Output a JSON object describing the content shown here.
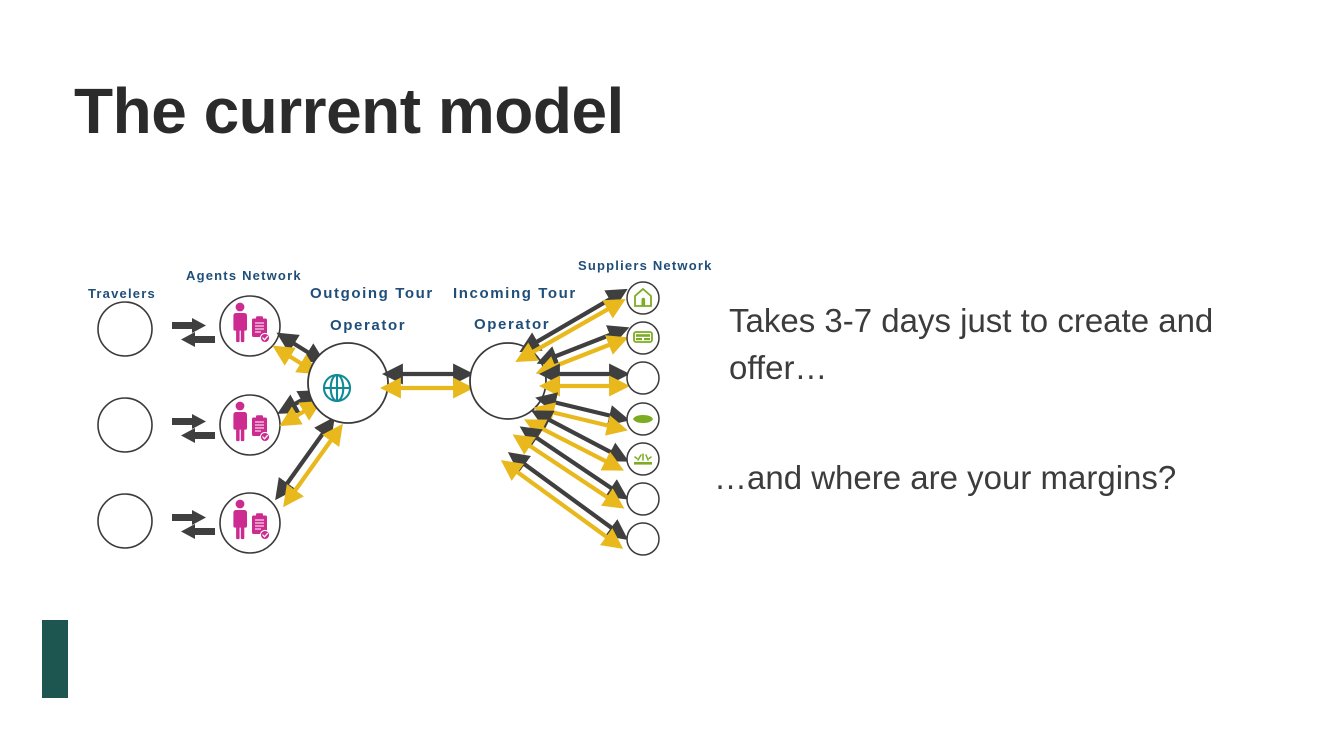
{
  "slide": {
    "title": "The current model",
    "background": "#ffffff",
    "title_color": "#2b2b2b",
    "accent_bar_color": "#1d5551"
  },
  "callouts": [
    {
      "id": "delay",
      "text": "Takes 3-7 days just to create and offer…"
    },
    {
      "id": "margins",
      "text": "…and where are your margins?"
    }
  ],
  "diagram": {
    "label_color": "#1f4e79",
    "labels": {
      "travelers": "Travelers",
      "agents_network": "Agents Network",
      "outgoing_line1": "Outgoing Tour",
      "outgoing_line2": "Operator",
      "incoming_line1": "Incoming Tour",
      "incoming_line2": "Operator",
      "suppliers_network": "Suppliers Network"
    },
    "colors": {
      "node_stroke": "#3a3a3a",
      "arrow_dark": "#3f3f3f",
      "arrow_gold": "#e8b81c",
      "agent_icon": "#cc2b8f",
      "globe_icon": "#0f8a96",
      "supplier_icon": "#7cac22"
    },
    "travelers": [
      {
        "name": "traveler-1",
        "icon": ""
      },
      {
        "name": "traveler-2",
        "icon": ""
      },
      {
        "name": "traveler-3",
        "icon": ""
      }
    ],
    "agents": [
      {
        "name": "agent-1",
        "icon": "agent-person-clipboard-icon"
      },
      {
        "name": "agent-2",
        "icon": "agent-person-clipboard-icon"
      },
      {
        "name": "agent-3",
        "icon": "agent-person-clipboard-icon"
      }
    ],
    "outgoing_operator": {
      "icon": "globe-icon"
    },
    "incoming_operator": {
      "icon": ""
    },
    "suppliers": [
      {
        "name": "supplier-hotel",
        "icon": "hotel-icon"
      },
      {
        "name": "supplier-bus",
        "icon": "bus-icon"
      },
      {
        "name": "supplier-3",
        "icon": ""
      },
      {
        "name": "supplier-boat",
        "icon": "boat-icon"
      },
      {
        "name": "supplier-activity",
        "icon": "activity-icon"
      },
      {
        "name": "supplier-6",
        "icon": ""
      },
      {
        "name": "supplier-7",
        "icon": ""
      }
    ]
  }
}
